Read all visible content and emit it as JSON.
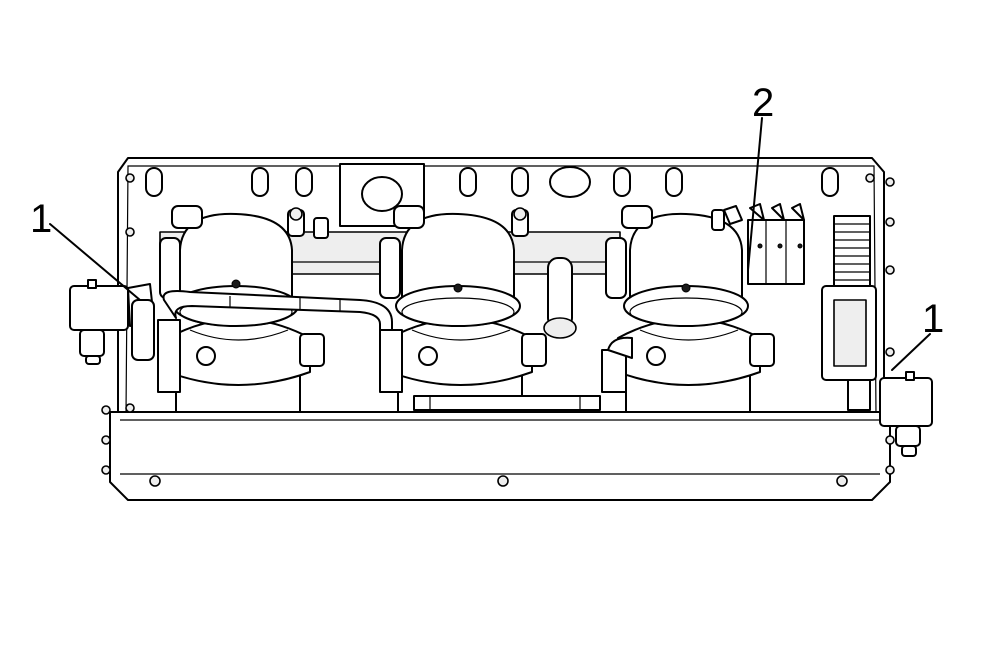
{
  "callouts": [
    {
      "id": "left",
      "label": "1"
    },
    {
      "id": "top",
      "label": "2"
    },
    {
      "id": "right",
      "label": "1"
    }
  ],
  "colors": {
    "line": "#000000",
    "background": "#ffffff",
    "shade": "#eeeeee"
  }
}
